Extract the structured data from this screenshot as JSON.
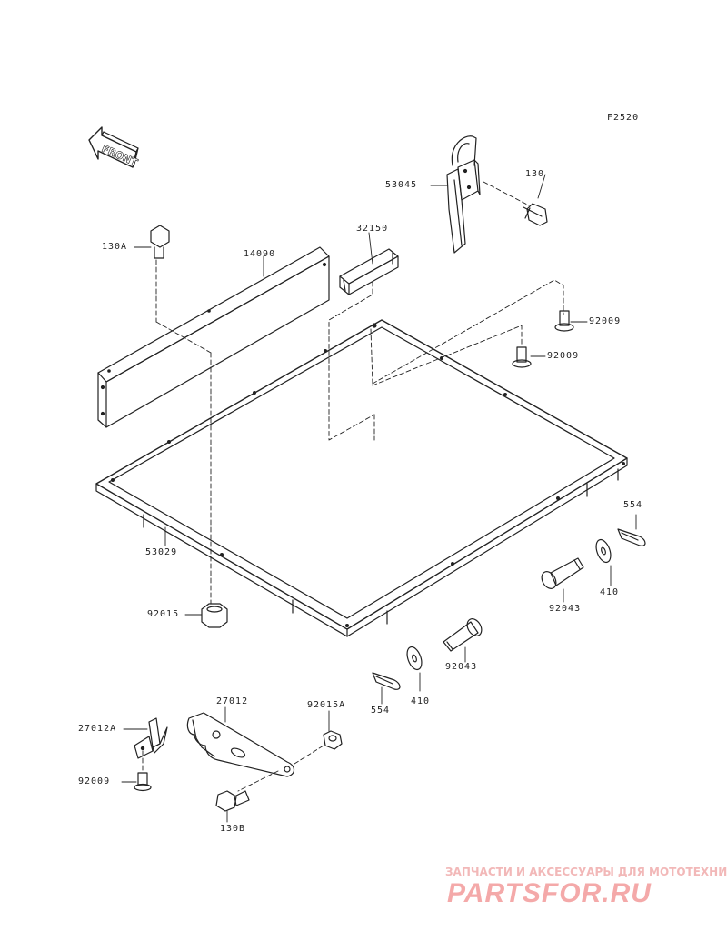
{
  "diagram_code": "F2520",
  "front_label": "FRONT",
  "watermark": {
    "tagline": "ЗАПЧАСТИ И АКСЕССУАРЫ ДЛЯ МОТОТЕХНИКИ",
    "logo": "PARTSFOR.RU"
  },
  "colors": {
    "line": "#222222",
    "watermark": "#f4a9a9"
  },
  "parts": {
    "p130": "130",
    "p53045": "53045",
    "p130a": "130A",
    "p14090": "14090",
    "p32150": "32150",
    "p92009_a": "92009",
    "p92009_b": "92009",
    "p554_a": "554",
    "p53029": "53029",
    "p410_a": "410",
    "p92043_a": "92043",
    "p92015": "92015",
    "p92043_b": "92043",
    "p27012": "27012",
    "p92015a": "92015A",
    "p27012a": "27012A",
    "p554_b": "554",
    "p410_b": "410",
    "p92009_c": "92009",
    "p130b": "130B"
  }
}
